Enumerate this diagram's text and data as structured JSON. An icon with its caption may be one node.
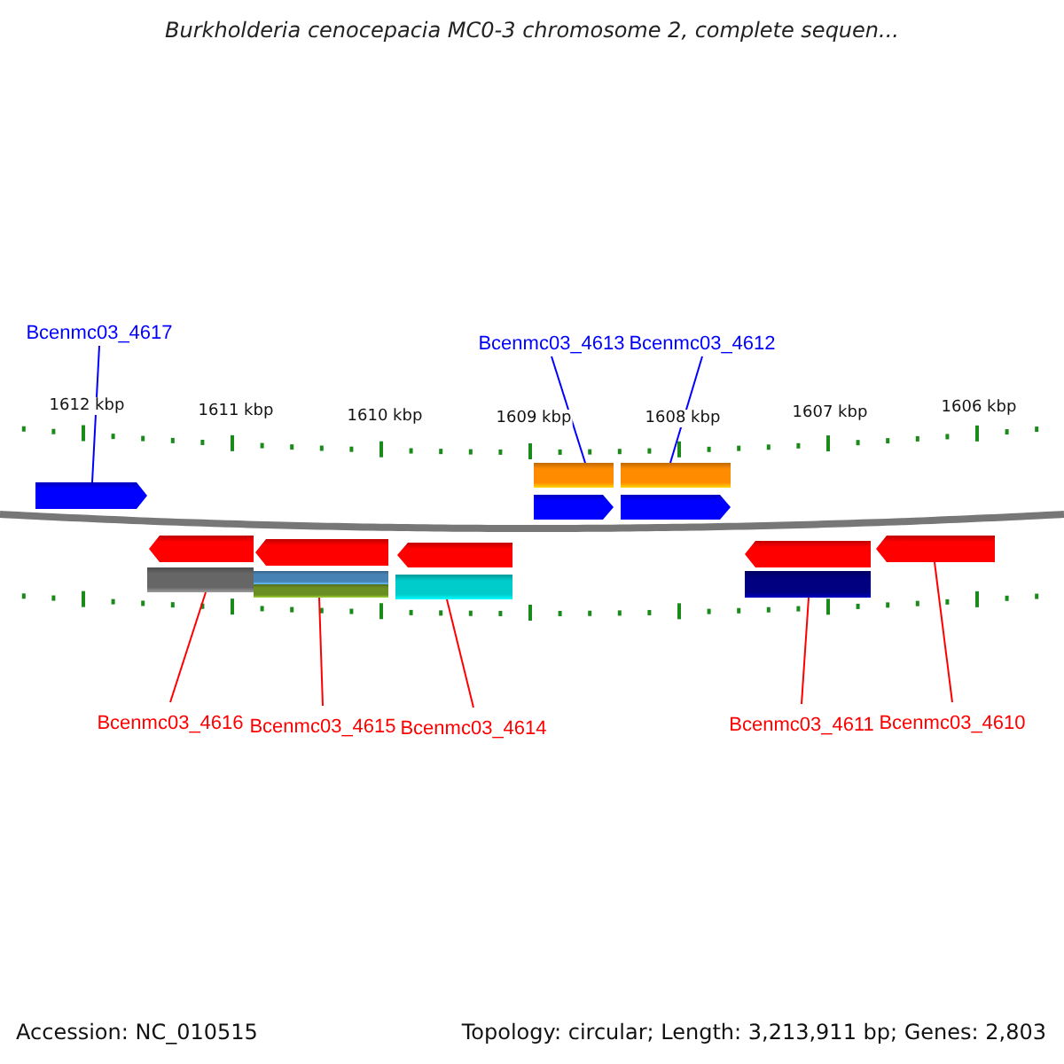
{
  "diagram": {
    "title": "Burkholderia cenocepacia MC0-3 chromosome 2, complete sequen...",
    "nodes": [
      {
        "text": [
          "Bcenmc03_4617"
        ]
      },
      {
        "text": [
          "Bcenmc03_4613"
        ]
      },
      {
        "text": [
          "Bcenmc03_4612"
        ]
      },
      {
        "text": [
          "Bcenmc03_4616"
        ]
      },
      {
        "text": [
          "Bcenmc03_4615"
        ]
      },
      {
        "text": [
          "Bcenmc03_4614"
        ]
      },
      {
        "text": [
          "Bcenmc03_4611"
        ]
      },
      {
        "text": [
          "Bcenmc03_4610"
        ]
      },
      {
        "text": [],
        "shape": "arrow"
      },
      {
        "text": [],
        "shape": "bar"
      },
      {
        "text": [],
        "shape": "bar"
      },
      {
        "text": [],
        "shape": "bar"
      },
      {
        "text": [],
        "shape": "bar"
      },
      {
        "text": [],
        "shape": "bar"
      },
      {
        "text": [],
        "shape": "bar"
      },
      {
        "text": [],
        "shape": "arrow"
      },
      {
        "text": [],
        "shape": "arrow"
      },
      {
        "text": [],
        "shape": "arrow"
      },
      {
        "text": [],
        "shape": "arrow"
      },
      {
        "text": [],
        "shape": "arrow"
      },
      {
        "text": [],
        "shape": "arrow"
      },
      {
        "text": [],
        "shape": "arrow"
      }
    ],
    "edges": [
      {
        "from": 0,
        "to": 8,
        "arrow": "none",
        "color": "#0000ff"
      },
      {
        "from": 1,
        "to": 9,
        "arrow": "none",
        "color": "#0000ff"
      },
      {
        "from": 2,
        "to": 10,
        "arrow": "none",
        "color": "#0000ff"
      },
      {
        "from": 3,
        "to": 11,
        "arrow": "none"
      },
      {
        "from": 4,
        "to": 12,
        "arrow": "none"
      },
      {
        "from": 5,
        "to": 13,
        "arrow": "none"
      },
      {
        "from": 6,
        "to": 14,
        "arrow": "none"
      },
      {
        "from": 7,
        "to": 15,
        "arrow": "none"
      }
    ],
    "labels": [
      "1612 kbp",
      "1611 kbp",
      "1610 kbp",
      "1609 kbp",
      "1608 kbp",
      "1607 kbp",
      "1606 kbp",
      "Accession: NC_010515",
      "Topology: circular; Length: 3,213,911 bp; Genes: 2,803"
    ]
  }
}
